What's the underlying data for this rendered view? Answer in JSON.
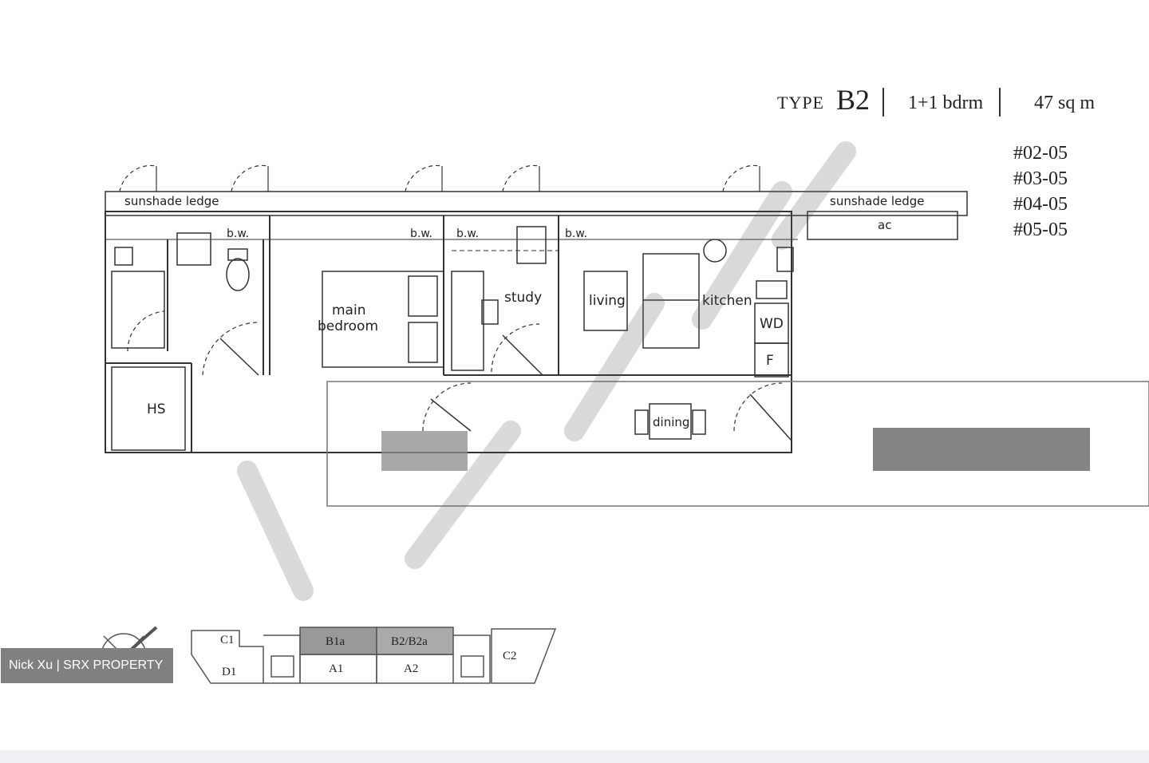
{
  "header": {
    "type_word": "TYPE",
    "type_code": "B2",
    "bedrooms": "1+1 bdrm",
    "area": "47 sq m"
  },
  "units": [
    "#02-05",
    "#03-05",
    "#04-05",
    "#05-05"
  ],
  "rooms": {
    "sunshade_left": "sunshade ledge",
    "sunshade_right": "sunshade ledge",
    "ac": "ac",
    "bw1": "b.w.",
    "bw2": "b.w.",
    "bw3": "b.w.",
    "bw4": "b.w.",
    "main_bedroom_1": "main",
    "main_bedroom_2": "bedroom",
    "study": "study",
    "living": "living",
    "kitchen": "kitchen",
    "wd": "WD",
    "fridge": "F",
    "hs": "HS",
    "dining": "dining"
  },
  "key_plan": {
    "c1": "C1",
    "d1": "D1",
    "b1a": "B1a",
    "b2b2a": "B2/B2a",
    "a1": "A1",
    "a2": "A2",
    "c2": "C2"
  },
  "watermark": "Nick Xu | SRX PROPERTY",
  "colors": {
    "wall": "#333333",
    "highlight_b2": "#aaaaaa",
    "highlight_b1a": "#999999",
    "watermark_bg": "#808080"
  }
}
